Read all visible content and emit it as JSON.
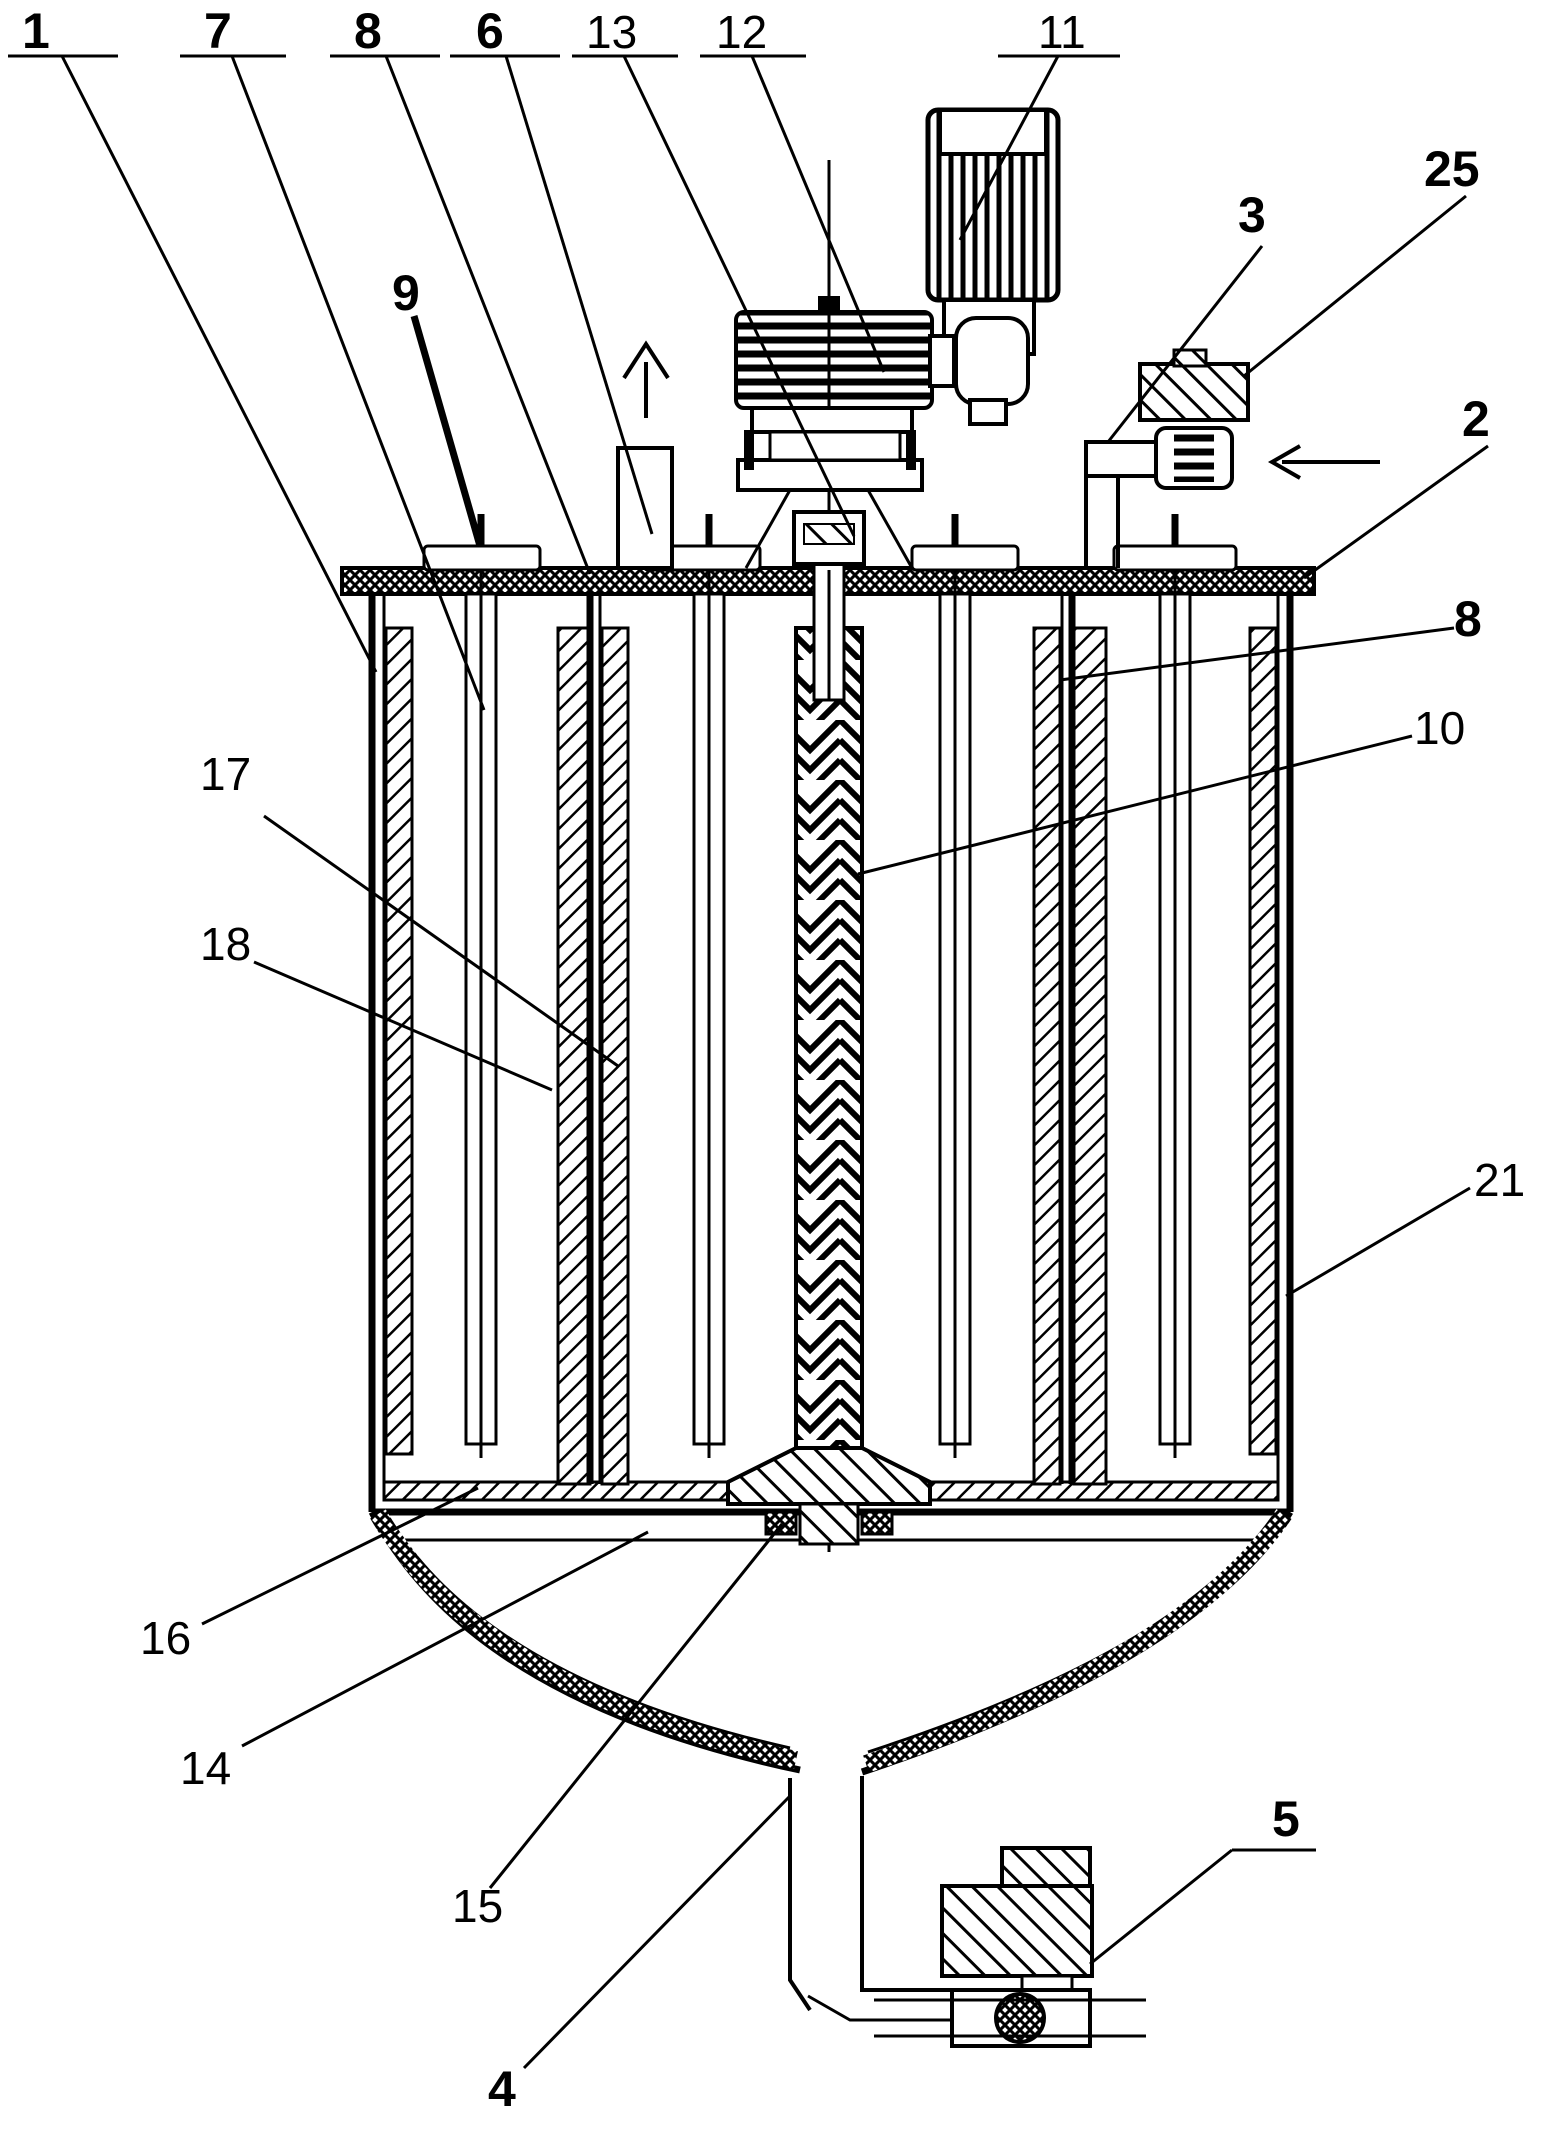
{
  "diagram": {
    "labels": [
      {
        "id": "1",
        "text": "1",
        "bold": true
      },
      {
        "id": "7",
        "text": "7",
        "bold": true
      },
      {
        "id": "8a",
        "text": "8",
        "bold": true
      },
      {
        "id": "6",
        "text": "6",
        "bold": true
      },
      {
        "id": "13",
        "text": "13",
        "bold": false
      },
      {
        "id": "12",
        "text": "12",
        "bold": false
      },
      {
        "id": "11",
        "text": "11",
        "bold": false
      },
      {
        "id": "25",
        "text": "25",
        "bold": true
      },
      {
        "id": "3",
        "text": "3",
        "bold": true
      },
      {
        "id": "2",
        "text": "2",
        "bold": true
      },
      {
        "id": "9",
        "text": "9",
        "bold": true
      },
      {
        "id": "8b",
        "text": "8",
        "bold": true
      },
      {
        "id": "10",
        "text": "10",
        "bold": false
      },
      {
        "id": "17",
        "text": "17",
        "bold": false
      },
      {
        "id": "18",
        "text": "18",
        "bold": false
      },
      {
        "id": "21",
        "text": "21",
        "bold": false
      },
      {
        "id": "16",
        "text": "16",
        "bold": false
      },
      {
        "id": "14",
        "text": "14",
        "bold": false
      },
      {
        "id": "15",
        "text": "15",
        "bold": false
      },
      {
        "id": "5",
        "text": "5",
        "bold": true
      },
      {
        "id": "4",
        "text": "4",
        "bold": true
      }
    ]
  }
}
